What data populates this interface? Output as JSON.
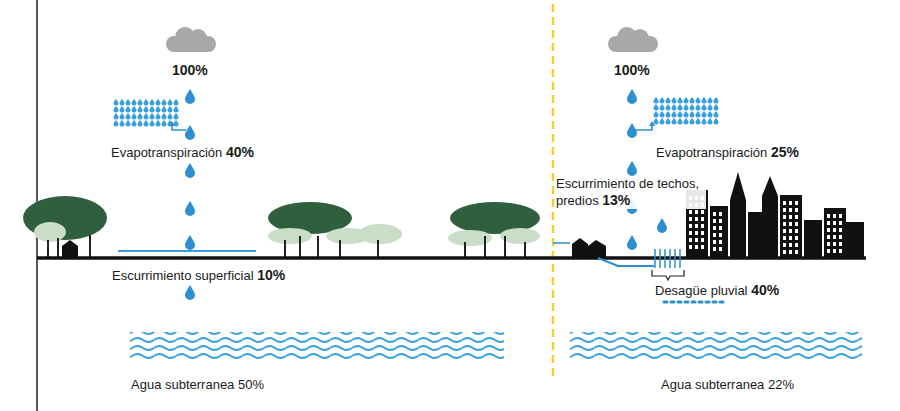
{
  "diagram": {
    "labels": [
      "100%",
      "Evapotranspiración",
      "40%",
      "Escurrimiento superficial",
      "10%",
      "Agua subterranea 50%",
      "100%",
      "Evapotranspiración",
      "25%",
      "Escurrimiento de techos, predios",
      "13%",
      "Desagüe pluvial",
      "40%",
      "Agua subterranea 22%"
    ]
  }
}
